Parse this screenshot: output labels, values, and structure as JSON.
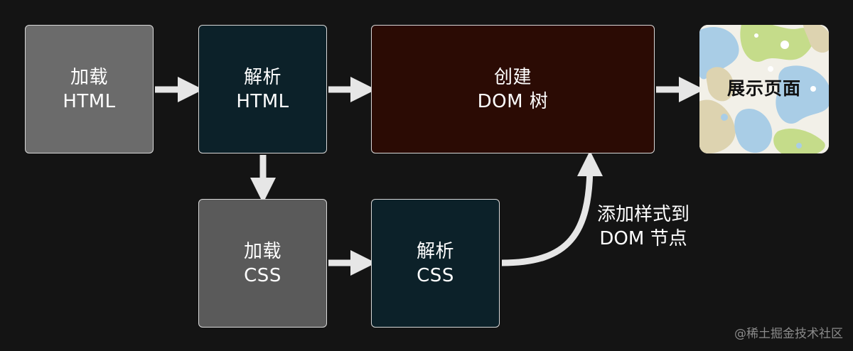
{
  "nodes": {
    "load_html": {
      "line1": "加载",
      "line2": "HTML"
    },
    "parse_html": {
      "line1": "解析",
      "line2": "HTML"
    },
    "create_dom": {
      "line1": "创建",
      "line2": "DOM 树"
    },
    "display_page": {
      "label": "展示页面"
    },
    "load_css": {
      "line1": "加载",
      "line2": "CSS"
    },
    "parse_css": {
      "line1": "解析",
      "line2": "CSS"
    }
  },
  "edge_label": {
    "line1": "添加样式到",
    "line2": "DOM 节点"
  },
  "watermark": "@稀土掘金技术社区",
  "colors": {
    "background": "#141414",
    "gray": "#6b6b6b",
    "teal": "#0c2129",
    "maroon": "#2b0b04",
    "arrow": "#e6e6e6"
  }
}
